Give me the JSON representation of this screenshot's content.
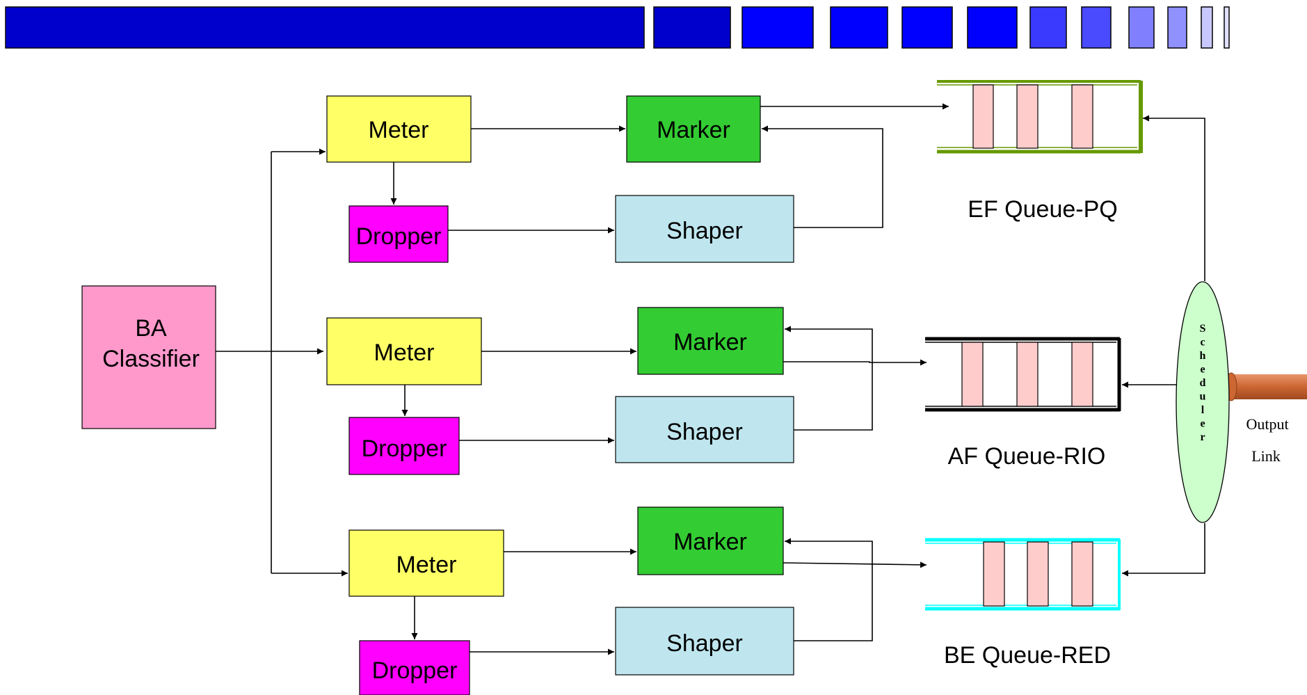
{
  "colors": {
    "banner": [
      "#0000cc",
      "#0000cc",
      "#0000ff",
      "#0000ff",
      "#0000ff",
      "#0000ff",
      "#3a3aff",
      "#4a4aff",
      "#8080ff",
      "#9090ff",
      "#c8c8ff",
      "#e0e0ff"
    ],
    "meter": "#ffff66",
    "marker": "#33cc33",
    "dropper": "#ff00ff",
    "shaper": "#bfe6ef",
    "classifier": "#ff99cc",
    "packet": "#ffcccc",
    "ef_queue": "#669900",
    "af_queue": "#000000",
    "be_queue": "#00ffff",
    "scheduler": "#ccffcc",
    "link": "#cc6633"
  },
  "classifier": {
    "line1": "BA",
    "line2": "Classifier"
  },
  "rows": [
    {
      "meter": "Meter",
      "marker": "Marker",
      "dropper": "Dropper",
      "shaper": "Shaper"
    },
    {
      "meter": "Meter",
      "marker": "Marker",
      "dropper": "Dropper",
      "shaper": "Shaper"
    },
    {
      "meter": "Meter",
      "marker": "Marker",
      "dropper": "Dropper",
      "shaper": "Shaper"
    }
  ],
  "queues": [
    {
      "label": "EF Queue-PQ"
    },
    {
      "label": "AF Queue-RIO"
    },
    {
      "label": "BE Queue-RED"
    }
  ],
  "scheduler": {
    "letters": [
      "S",
      "c",
      "h",
      "e",
      "d",
      "u",
      "l",
      "e",
      "r"
    ]
  },
  "output": {
    "line1": "Output",
    "line2": "Link"
  }
}
